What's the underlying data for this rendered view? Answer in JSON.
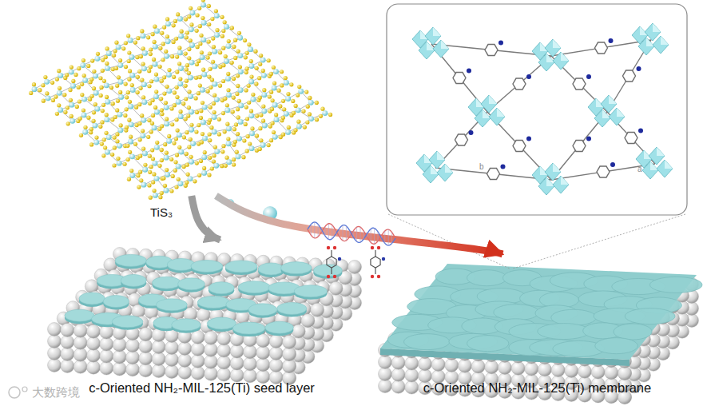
{
  "diagram": {
    "nodes": [
      {
        "text": [
          "TiS₃"
        ]
      },
      {
        "text": [
          "c-Oriented NH₂-MIL-125(Ti) seed layer"
        ]
      },
      {
        "text": [
          "c-Oriented NH₂-MIL-125(Ti) membrane"
        ]
      }
    ],
    "edges": [
      {
        "from": 0,
        "to": 1,
        "arrow": "to"
      },
      {
        "from": 0,
        "to": 2,
        "arrow": "to"
      }
    ],
    "labels": [
      "b",
      "a",
      "大数跨境"
    ]
  }
}
